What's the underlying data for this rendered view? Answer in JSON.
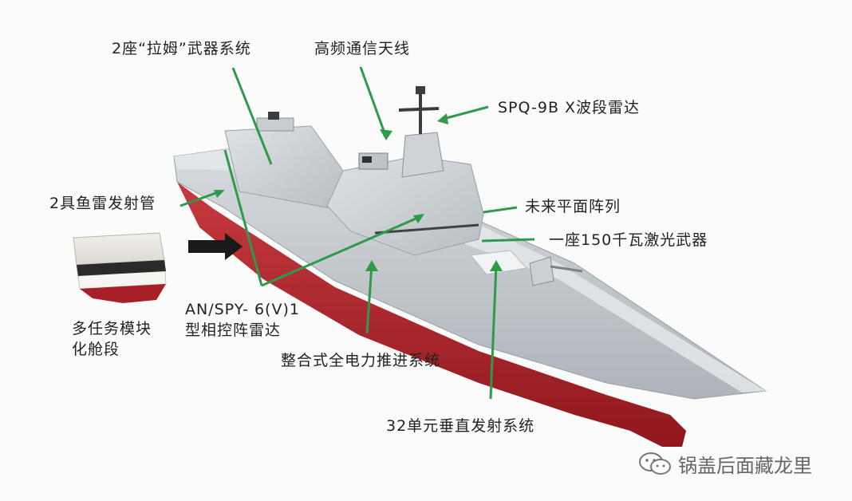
{
  "colors": {
    "leader_line": "#2e9a4a",
    "hull_gray": "#c4c9ce",
    "hull_red": "#b3232b",
    "arrow": "#1a1a1a"
  },
  "labels": {
    "laser_weapon_system": "2座“拉姆”武器系统",
    "hf_antenna": "高频通信天线",
    "spq9b_radar": "SPQ-9B X波段雷达",
    "torpedo_tubes": "2具鱼雷发射管",
    "future_array": "未来平面阵列",
    "laser_150kw": "一座150千瓦激光武器",
    "spy6_line1": "AN/SPY- 6(V)1",
    "spy6_line2": "型相控阵雷达",
    "module_line1": "多任务模块",
    "module_line2": "化舱段",
    "ieps": "整合式全电力推进系统",
    "vls": "32单元垂直发射系统"
  },
  "watermark": {
    "icon": "wechat-icon",
    "text": "锅盖后面藏龙里"
  }
}
